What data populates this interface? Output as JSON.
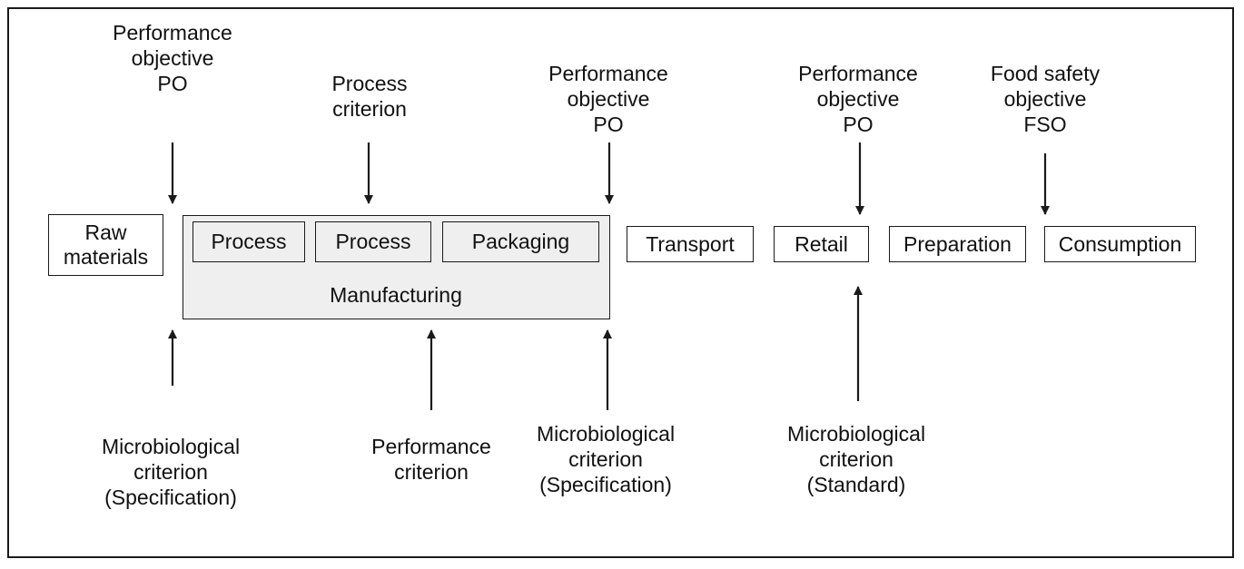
{
  "top_labels": {
    "po_raw": [
      "Performance",
      "objective",
      "PO"
    ],
    "process_criterion": [
      "Process",
      "criterion"
    ],
    "po_mfg": [
      "Performance",
      "objective",
      "PO"
    ],
    "po_retail": [
      "Performance",
      "objective",
      "PO"
    ],
    "fso": [
      "Food safety",
      "objective",
      "FSO"
    ]
  },
  "chain": {
    "raw_materials": [
      "Raw",
      "materials"
    ],
    "manufacturing": "Manufacturing",
    "process_1": "Process",
    "process_2": "Process",
    "packaging": "Packaging",
    "transport": "Transport",
    "retail": "Retail",
    "preparation": "Preparation",
    "consumption": "Consumption"
  },
  "bottom_labels": {
    "mc_spec_1": [
      "Microbiological",
      "criterion",
      "(Specification)"
    ],
    "performance_criterion": [
      "Performance",
      "criterion"
    ],
    "mc_spec_2": [
      "Microbiological",
      "criterion",
      "(Specification)"
    ],
    "mc_standard": [
      "Microbiological",
      "criterion",
      "(Standard)"
    ]
  }
}
